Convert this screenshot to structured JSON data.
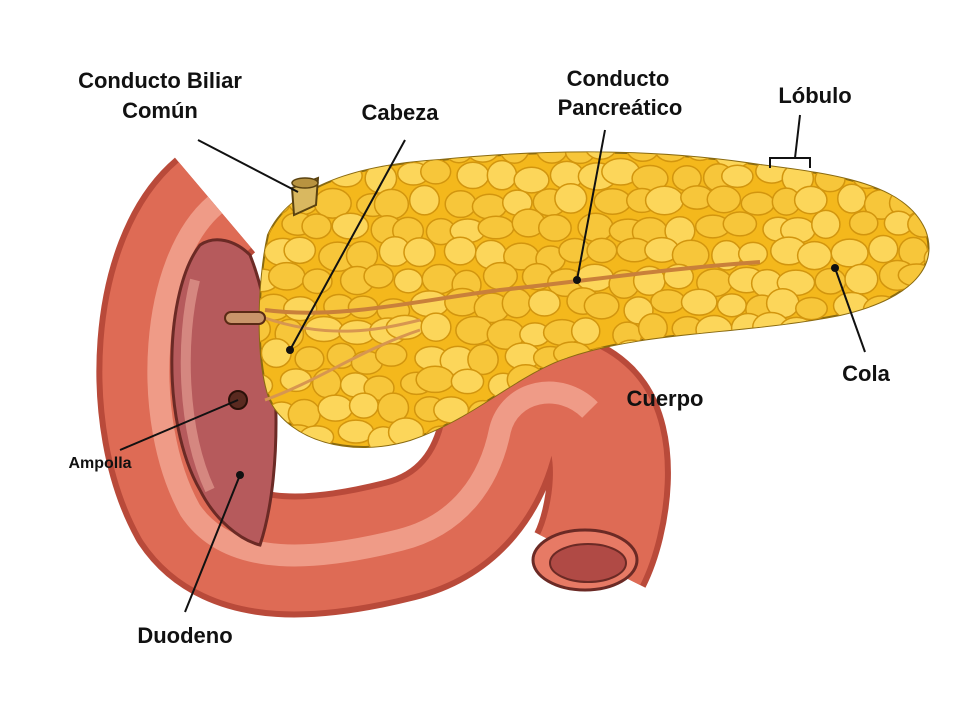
{
  "title": "Páncreas",
  "labels": {
    "bile_duct_line1": "Conducto Biliar",
    "bile_duct_line2": "Común",
    "head": "Cabeza",
    "pancreatic_duct_line1": "Conducto",
    "pancreatic_duct_line2": "Pancreático",
    "lobule": "Lóbulo",
    "tail": "Cola",
    "body": "Cuerpo",
    "ampulla": "Ampolla",
    "duodenum": "Duodeno"
  },
  "colors": {
    "pancreas": "#f4b81c",
    "pancreas_light": "#fcd65a",
    "duodenum": "#d9604a",
    "duodenum_light": "#f0a08a",
    "lumen": "#b8575a"
  }
}
